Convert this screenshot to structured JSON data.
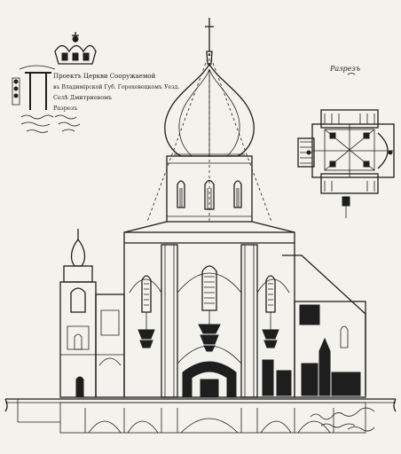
{
  "title_block": {
    "lines": [
      "Проектъ Церкви Сооружаемой",
      "въ Владимірской Губ. Гороховецкомъ Уезд.",
      "Селѣ Дмитриевомъ",
      "Разрезъ"
    ]
  },
  "plan_label": "Разрезъ",
  "colors": {
    "ink": "#1e1e1e",
    "paper": "#f4f2ec"
  }
}
